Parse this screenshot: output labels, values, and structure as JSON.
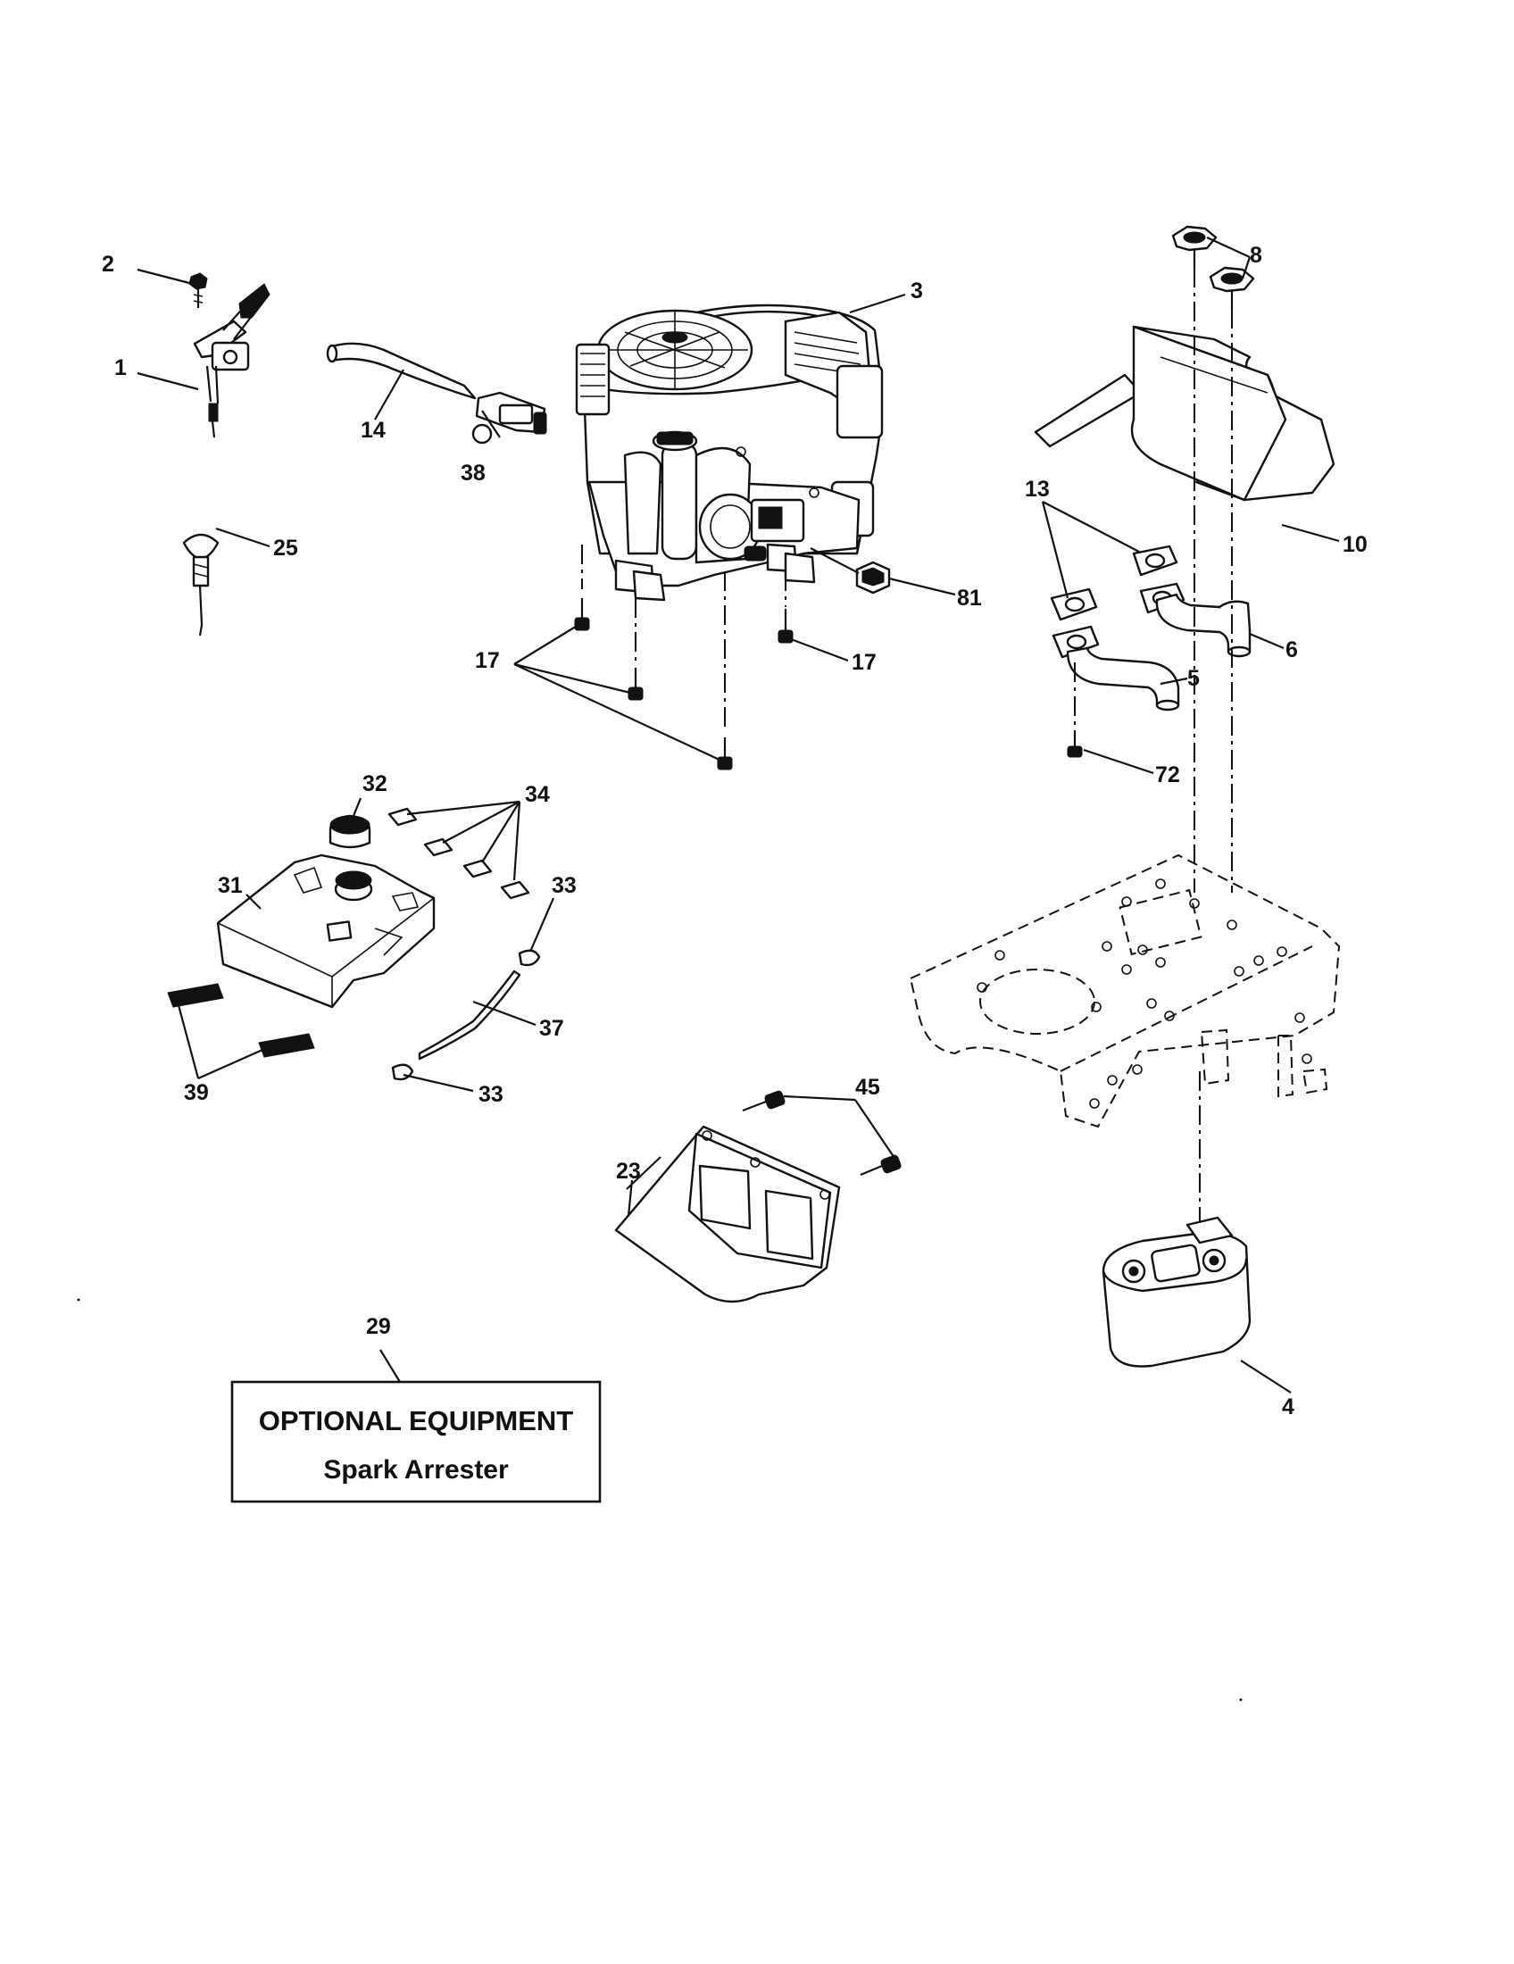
{
  "callouts": [
    {
      "id": "1",
      "label": "1"
    },
    {
      "id": "2",
      "label": "2"
    },
    {
      "id": "3",
      "label": "3"
    },
    {
      "id": "4",
      "label": "4"
    },
    {
      "id": "5",
      "label": "5"
    },
    {
      "id": "6",
      "label": "6"
    },
    {
      "id": "8",
      "label": "8"
    },
    {
      "id": "10",
      "label": "10"
    },
    {
      "id": "13",
      "label": "13"
    },
    {
      "id": "14",
      "label": "14"
    },
    {
      "id": "17a",
      "label": "17"
    },
    {
      "id": "17b",
      "label": "17"
    },
    {
      "id": "23",
      "label": "23"
    },
    {
      "id": "25",
      "label": "25"
    },
    {
      "id": "29",
      "label": "29"
    },
    {
      "id": "31",
      "label": "31"
    },
    {
      "id": "32",
      "label": "32"
    },
    {
      "id": "33a",
      "label": "33"
    },
    {
      "id": "33b",
      "label": "33"
    },
    {
      "id": "34",
      "label": "34"
    },
    {
      "id": "37",
      "label": "37"
    },
    {
      "id": "38",
      "label": "38"
    },
    {
      "id": "39",
      "label": "39"
    },
    {
      "id": "45",
      "label": "45"
    },
    {
      "id": "72",
      "label": "72"
    },
    {
      "id": "81",
      "label": "81"
    }
  ],
  "optional_box": {
    "title": "OPTIONAL EQUIPMENT",
    "subtitle": "Spark Arrester"
  }
}
